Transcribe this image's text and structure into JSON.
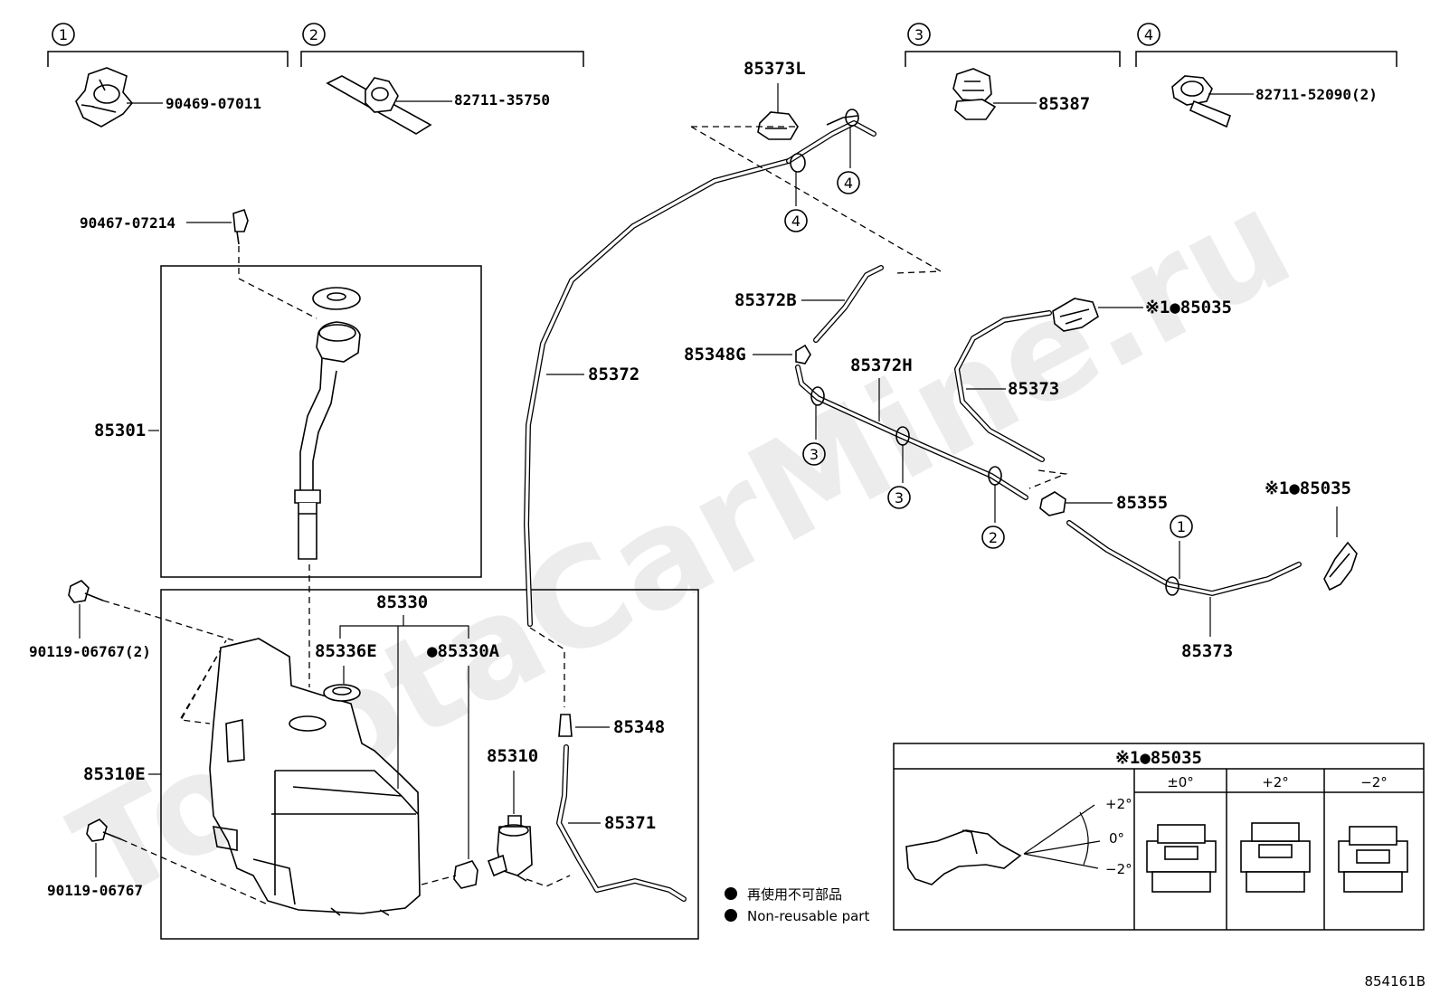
{
  "watermark": "ToyotaCarMine.ru",
  "groups": [
    {
      "num": "1",
      "part": "90469-07011"
    },
    {
      "num": "2",
      "part": "82711-35750"
    },
    {
      "num": "3",
      "part": "85387"
    },
    {
      "num": "4",
      "part": "82711-52090(2)"
    }
  ],
  "labels": {
    "p85373L": "85373L",
    "p90467": "90467-07214",
    "p85301": "85301",
    "p85372": "85372",
    "p85372B": "85372B",
    "p85348G": "85348G",
    "p85372H": "85372H",
    "p85373_upper": "85373",
    "p85035_upper": "※1●85035",
    "p85355": "85355",
    "p85035_right": "※1●85035",
    "p85373_lower": "85373",
    "p90119_top": "90119-06767(2)",
    "p85330": "85330",
    "p85336E": "85336E",
    "p85330A": "●85330A",
    "p85348": "85348",
    "p85310": "85310",
    "p85310E": "85310E",
    "p85371": "85371",
    "p90119_bottom": "90119-06767"
  },
  "clip_callouts": [
    "4",
    "4",
    "3",
    "3",
    "2",
    "1"
  ],
  "legend": {
    "line1": "再使用不可部品",
    "line2": "Non-reusable part"
  },
  "nozzle_table": {
    "title": "※1●85035",
    "angle_labels": [
      "+2°",
      "0°",
      "−2°"
    ],
    "columns": [
      "±0°",
      "+2°",
      "−2°"
    ]
  },
  "diagram_id": "854161B"
}
